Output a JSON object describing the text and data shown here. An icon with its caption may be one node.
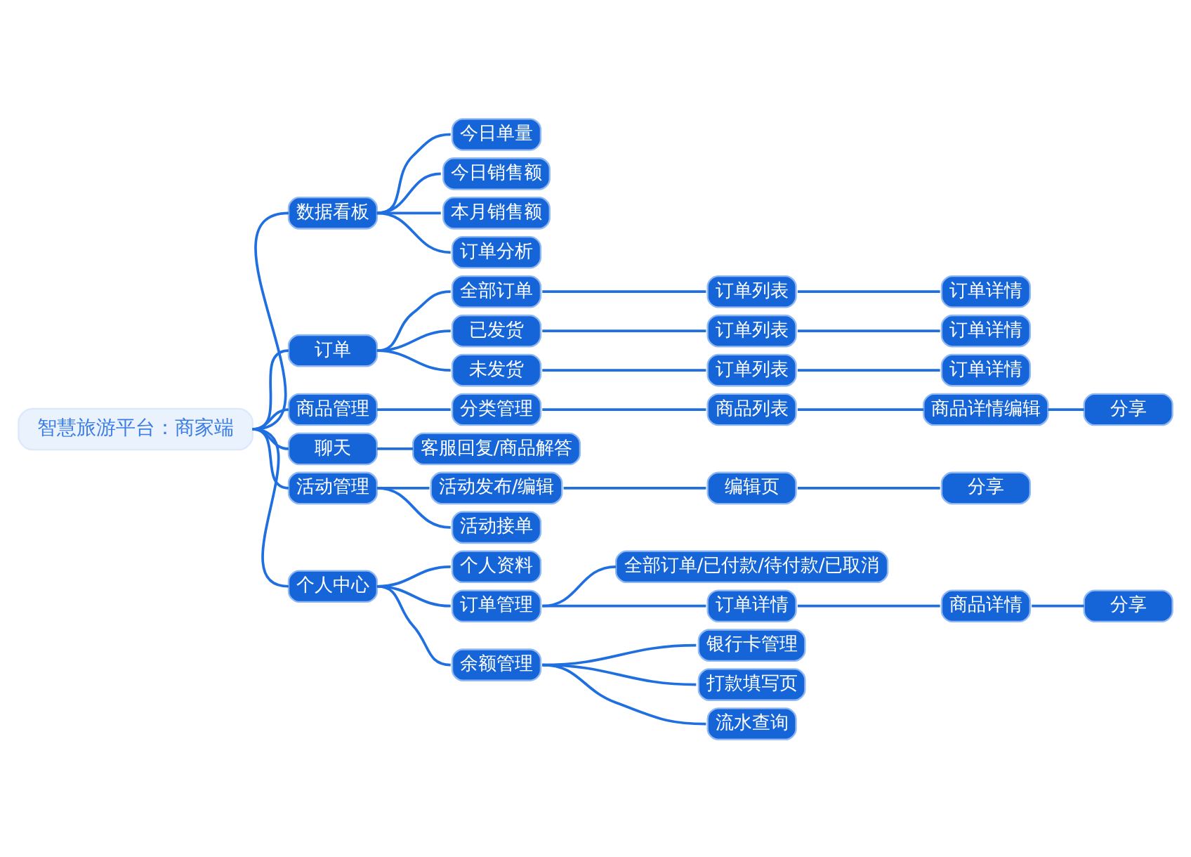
{
  "diagram": {
    "nodes": [
      {
        "text": [
          "智慧旅游平台：商家端"
        ]
      },
      {
        "text": [
          "数据看板"
        ]
      },
      {
        "text": [
          "今日单量"
        ]
      },
      {
        "text": [
          "今日销售额"
        ]
      },
      {
        "text": [
          "本月销售额"
        ]
      },
      {
        "text": [
          "订单分析"
        ]
      },
      {
        "text": [
          "订单"
        ]
      },
      {
        "text": [
          "全部订单"
        ]
      },
      {
        "text": [
          "订单列表"
        ]
      },
      {
        "text": [
          "订单详情"
        ]
      },
      {
        "text": [
          "已发货"
        ]
      },
      {
        "text": [
          "订单列表"
        ]
      },
      {
        "text": [
          "订单详情"
        ]
      },
      {
        "text": [
          "未发货"
        ]
      },
      {
        "text": [
          "订单列表"
        ]
      },
      {
        "text": [
          "订单详情"
        ]
      },
      {
        "text": [
          "商品管理"
        ]
      },
      {
        "text": [
          "分类管理"
        ]
      },
      {
        "text": [
          "商品列表"
        ]
      },
      {
        "text": [
          "商品详情编辑"
        ]
      },
      {
        "text": [
          "分享"
        ]
      },
      {
        "text": [
          "聊天"
        ]
      },
      {
        "text": [
          "客服回复/商品解答"
        ]
      },
      {
        "text": [
          "活动管理"
        ]
      },
      {
        "text": [
          "活动发布/编辑"
        ]
      },
      {
        "text": [
          "编辑页"
        ]
      },
      {
        "text": [
          "分享"
        ]
      },
      {
        "text": [
          "活动接单"
        ]
      },
      {
        "text": [
          "个人中心"
        ]
      },
      {
        "text": [
          "个人资料"
        ]
      },
      {
        "text": [
          "订单管理"
        ]
      },
      {
        "text": [
          "全部订单/已付款/待付款/已取消"
        ]
      },
      {
        "text": [
          "订单详情"
        ]
      },
      {
        "text": [
          "商品详情"
        ]
      },
      {
        "text": [
          "分享"
        ]
      },
      {
        "text": [
          "余额管理"
        ]
      },
      {
        "text": [
          "银行卡管理"
        ]
      },
      {
        "text": [
          "打款填写页"
        ]
      },
      {
        "text": [
          "流水查询"
        ]
      }
    ],
    "edges": [
      {
        "from": 0,
        "to": 1,
        "arrow": "none"
      },
      {
        "from": 1,
        "to": 2,
        "arrow": "none"
      },
      {
        "from": 1,
        "to": 3,
        "arrow": "none"
      },
      {
        "from": 1,
        "to": 4,
        "arrow": "none"
      },
      {
        "from": 1,
        "to": 5,
        "arrow": "none"
      },
      {
        "from": 0,
        "to": 6,
        "arrow": "none"
      },
      {
        "from": 6,
        "to": 7,
        "arrow": "none"
      },
      {
        "from": 7,
        "to": 8,
        "arrow": "none"
      },
      {
        "from": 8,
        "to": 9,
        "arrow": "none"
      },
      {
        "from": 6,
        "to": 10,
        "arrow": "none"
      },
      {
        "from": 10,
        "to": 11,
        "arrow": "none"
      },
      {
        "from": 11,
        "to": 12,
        "arrow": "none"
      },
      {
        "from": 6,
        "to": 13,
        "arrow": "none"
      },
      {
        "from": 13,
        "to": 14,
        "arrow": "none"
      },
      {
        "from": 14,
        "to": 15,
        "arrow": "none"
      },
      {
        "from": 0,
        "to": 16,
        "arrow": "none"
      },
      {
        "from": 16,
        "to": 17,
        "arrow": "none"
      },
      {
        "from": 17,
        "to": 18,
        "arrow": "none"
      },
      {
        "from": 18,
        "to": 19,
        "arrow": "none"
      },
      {
        "from": 19,
        "to": 20,
        "arrow": "none"
      },
      {
        "from": 0,
        "to": 21,
        "arrow": "none"
      },
      {
        "from": 21,
        "to": 22,
        "arrow": "none"
      },
      {
        "from": 0,
        "to": 23,
        "arrow": "none"
      },
      {
        "from": 23,
        "to": 24,
        "arrow": "none"
      },
      {
        "from": 24,
        "to": 25,
        "arrow": "none"
      },
      {
        "from": 25,
        "to": 26,
        "arrow": "none"
      },
      {
        "from": 23,
        "to": 27,
        "arrow": "none"
      },
      {
        "from": 0,
        "to": 28,
        "arrow": "none"
      },
      {
        "from": 28,
        "to": 29,
        "arrow": "none"
      },
      {
        "from": 28,
        "to": 30,
        "arrow": "none"
      },
      {
        "from": 30,
        "to": 31,
        "arrow": "none"
      },
      {
        "from": 30,
        "to": 32,
        "arrow": "none"
      },
      {
        "from": 32,
        "to": 33,
        "arrow": "none"
      },
      {
        "from": 33,
        "to": 34,
        "arrow": "none"
      },
      {
        "from": 28,
        "to": 35,
        "arrow": "none"
      },
      {
        "from": 35,
        "to": 36,
        "arrow": "none"
      },
      {
        "from": 35,
        "to": 37,
        "arrow": "none"
      },
      {
        "from": 35,
        "to": 38,
        "arrow": "none"
      }
    ]
  }
}
